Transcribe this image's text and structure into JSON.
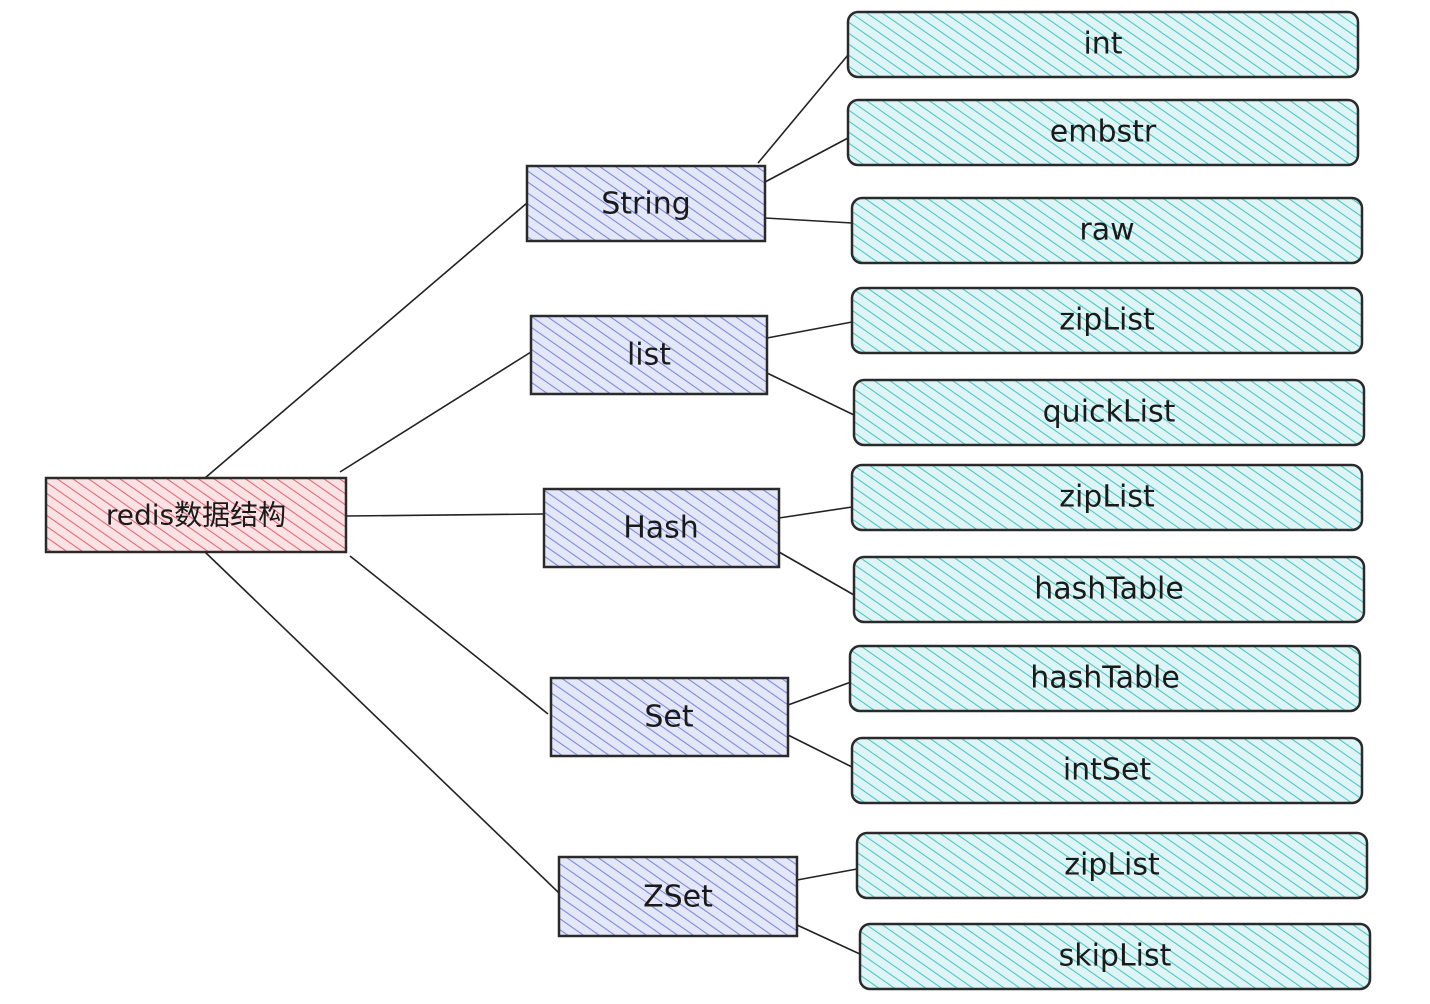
{
  "diagram": {
    "root": {
      "label": "redis数据结构"
    },
    "types": [
      {
        "label": "String"
      },
      {
        "label": "list"
      },
      {
        "label": "Hash"
      },
      {
        "label": "Set"
      },
      {
        "label": "ZSet"
      }
    ],
    "encodings": [
      {
        "label": "int"
      },
      {
        "label": "embstr"
      },
      {
        "label": "raw"
      },
      {
        "label": "zipList"
      },
      {
        "label": "quickList"
      },
      {
        "label": "zipList"
      },
      {
        "label": "hashTable"
      },
      {
        "label": "hashTable"
      },
      {
        "label": "intSet"
      },
      {
        "label": "zipList"
      },
      {
        "label": "skipList"
      }
    ],
    "colors": {
      "root_fill": "#f4a6ad",
      "type_fill": "#a9b4e8",
      "encoding_fill": "#8fdcdc",
      "stroke": "#2a2a2a"
    }
  }
}
